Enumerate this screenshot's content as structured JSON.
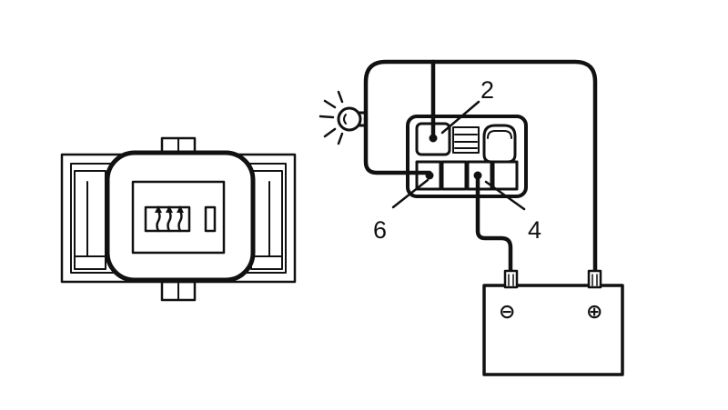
{
  "labels": {
    "terminal_2": "2",
    "terminal_4": "4",
    "terminal_6": "6"
  },
  "battery": {
    "negative_symbol": "⊖",
    "positive_symbol": "⊕"
  },
  "colors": {
    "ink": "#111111",
    "background": "#ffffff"
  },
  "icons": {
    "switch_symbol": "rear-defroster-arrows-icon",
    "lamp": "bulb-icon"
  }
}
